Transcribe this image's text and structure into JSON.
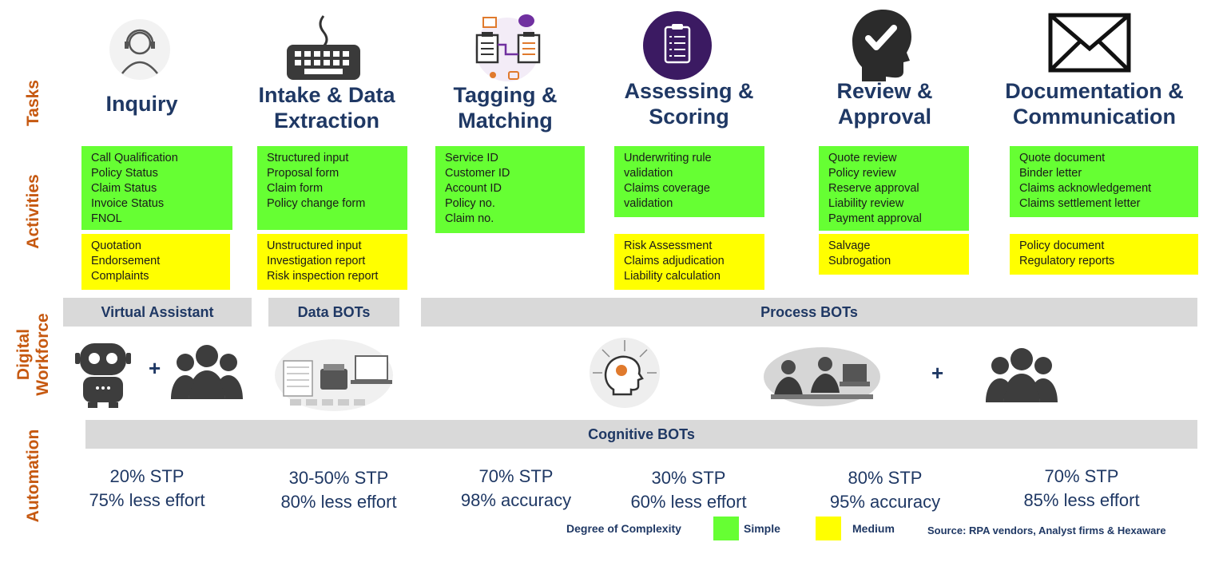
{
  "row_labels": {
    "tasks": "Tasks",
    "activities": "Activities",
    "digital_workforce_1": "Digital",
    "digital_workforce_2": "Workforce",
    "automation": "Automation"
  },
  "tasks": [
    {
      "title_1": "Inquiry",
      "title_2": "",
      "icon": "headset-agent-icon"
    },
    {
      "title_1": "Intake & Data",
      "title_2": "Extraction",
      "icon": "keyboard-icon"
    },
    {
      "title_1": "Tagging &",
      "title_2": "Matching",
      "icon": "clipboard-matching-icon"
    },
    {
      "title_1": "Assessing &",
      "title_2": "Scoring",
      "icon": "checklist-icon"
    },
    {
      "title_1": "Review &",
      "title_2": "Approval",
      "icon": "head-checkmark-icon"
    },
    {
      "title_1": "Documentation &",
      "title_2": "Communication",
      "icon": "envelope-icon"
    }
  ],
  "activities": {
    "simple": [
      [
        "Call Qualification",
        "Policy Status",
        "Claim Status",
        "Invoice Status",
        "FNOL"
      ],
      [
        "Structured input",
        "Proposal form",
        "Claim form",
        "Policy change form"
      ],
      [
        "Service ID",
        "Customer ID",
        "Account ID",
        "Policy no.",
        "Claim no."
      ],
      [
        "Underwriting rule",
        "validation",
        "Claims coverage",
        "validation"
      ],
      [
        "Quote review",
        "Policy review",
        "Reserve approval",
        "Liability review",
        "Payment approval"
      ],
      [
        "Quote document",
        "Binder letter",
        "Claims acknowledgement",
        "Claims settlement letter"
      ]
    ],
    "medium": [
      [
        "Quotation",
        "Endorsement",
        "Complaints"
      ],
      [
        "Unstructured input",
        "Investigation report",
        "Risk inspection report"
      ],
      [],
      [
        "Risk Assessment",
        "Claims adjudication",
        "Liability calculation"
      ],
      [
        "Salvage",
        "Subrogation"
      ],
      [
        "Policy document",
        "Regulatory reports"
      ]
    ]
  },
  "bots": {
    "virtual_assistant": "Virtual Assistant",
    "data_bots": "Data BOTs",
    "process_bots": "Process BOTs",
    "cognitive_bots": "Cognitive BOTs",
    "plus": "+"
  },
  "stats": [
    {
      "line_1": "20% STP",
      "line_2": "75% less effort"
    },
    {
      "line_1": "30-50% STP",
      "line_2": "80% less effort"
    },
    {
      "line_1": "70% STP",
      "line_2": "98% accuracy"
    },
    {
      "line_1": "30% STP",
      "line_2": "60% less effort"
    },
    {
      "line_1": "80% STP",
      "line_2": "95% accuracy"
    },
    {
      "line_1": "70% STP",
      "line_2": "85% less effort"
    }
  ],
  "legend": {
    "title": "Degree of Complexity",
    "simple": "Simple",
    "medium": "Medium",
    "simple_color": "#66ff33",
    "medium_color": "#ffff00"
  },
  "source": "Source: RPA vendors, Analyst firms & Hexaware"
}
